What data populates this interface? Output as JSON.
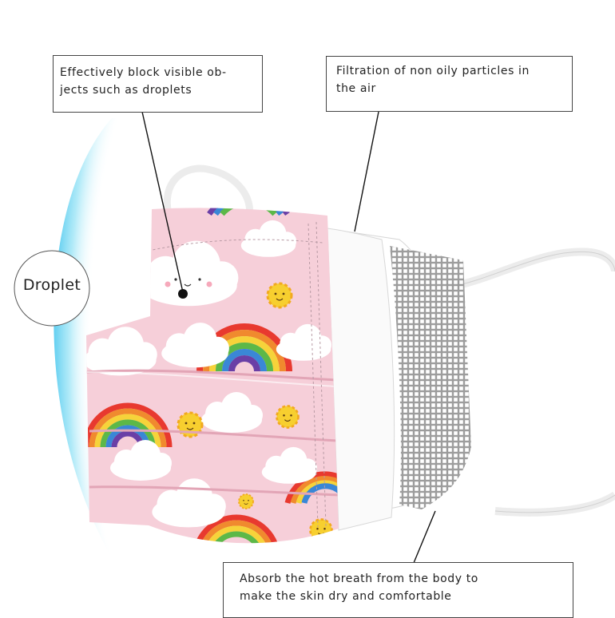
{
  "callouts": {
    "block_droplets_line1": "Effectively block visible ob-",
    "block_droplets_line2": "jects such as droplets",
    "filtration_line1": "Filtration of non oily particles in",
    "filtration_line2": "the air",
    "absorb_line1": "Absorb the hot breath from the body to",
    "absorb_line2": "make the skin dry and comfortable"
  },
  "droplet_label": "Droplet",
  "colors": {
    "mask_pink": "#f6cfd9",
    "shield_blue": "#5cd2f2",
    "rainbow": [
      "#e8392f",
      "#f08a2e",
      "#f6d33a",
      "#5cb848",
      "#3a87d6",
      "#6a3fa6"
    ],
    "sun": "#f7cf2f",
    "leader_line": "#111111"
  }
}
